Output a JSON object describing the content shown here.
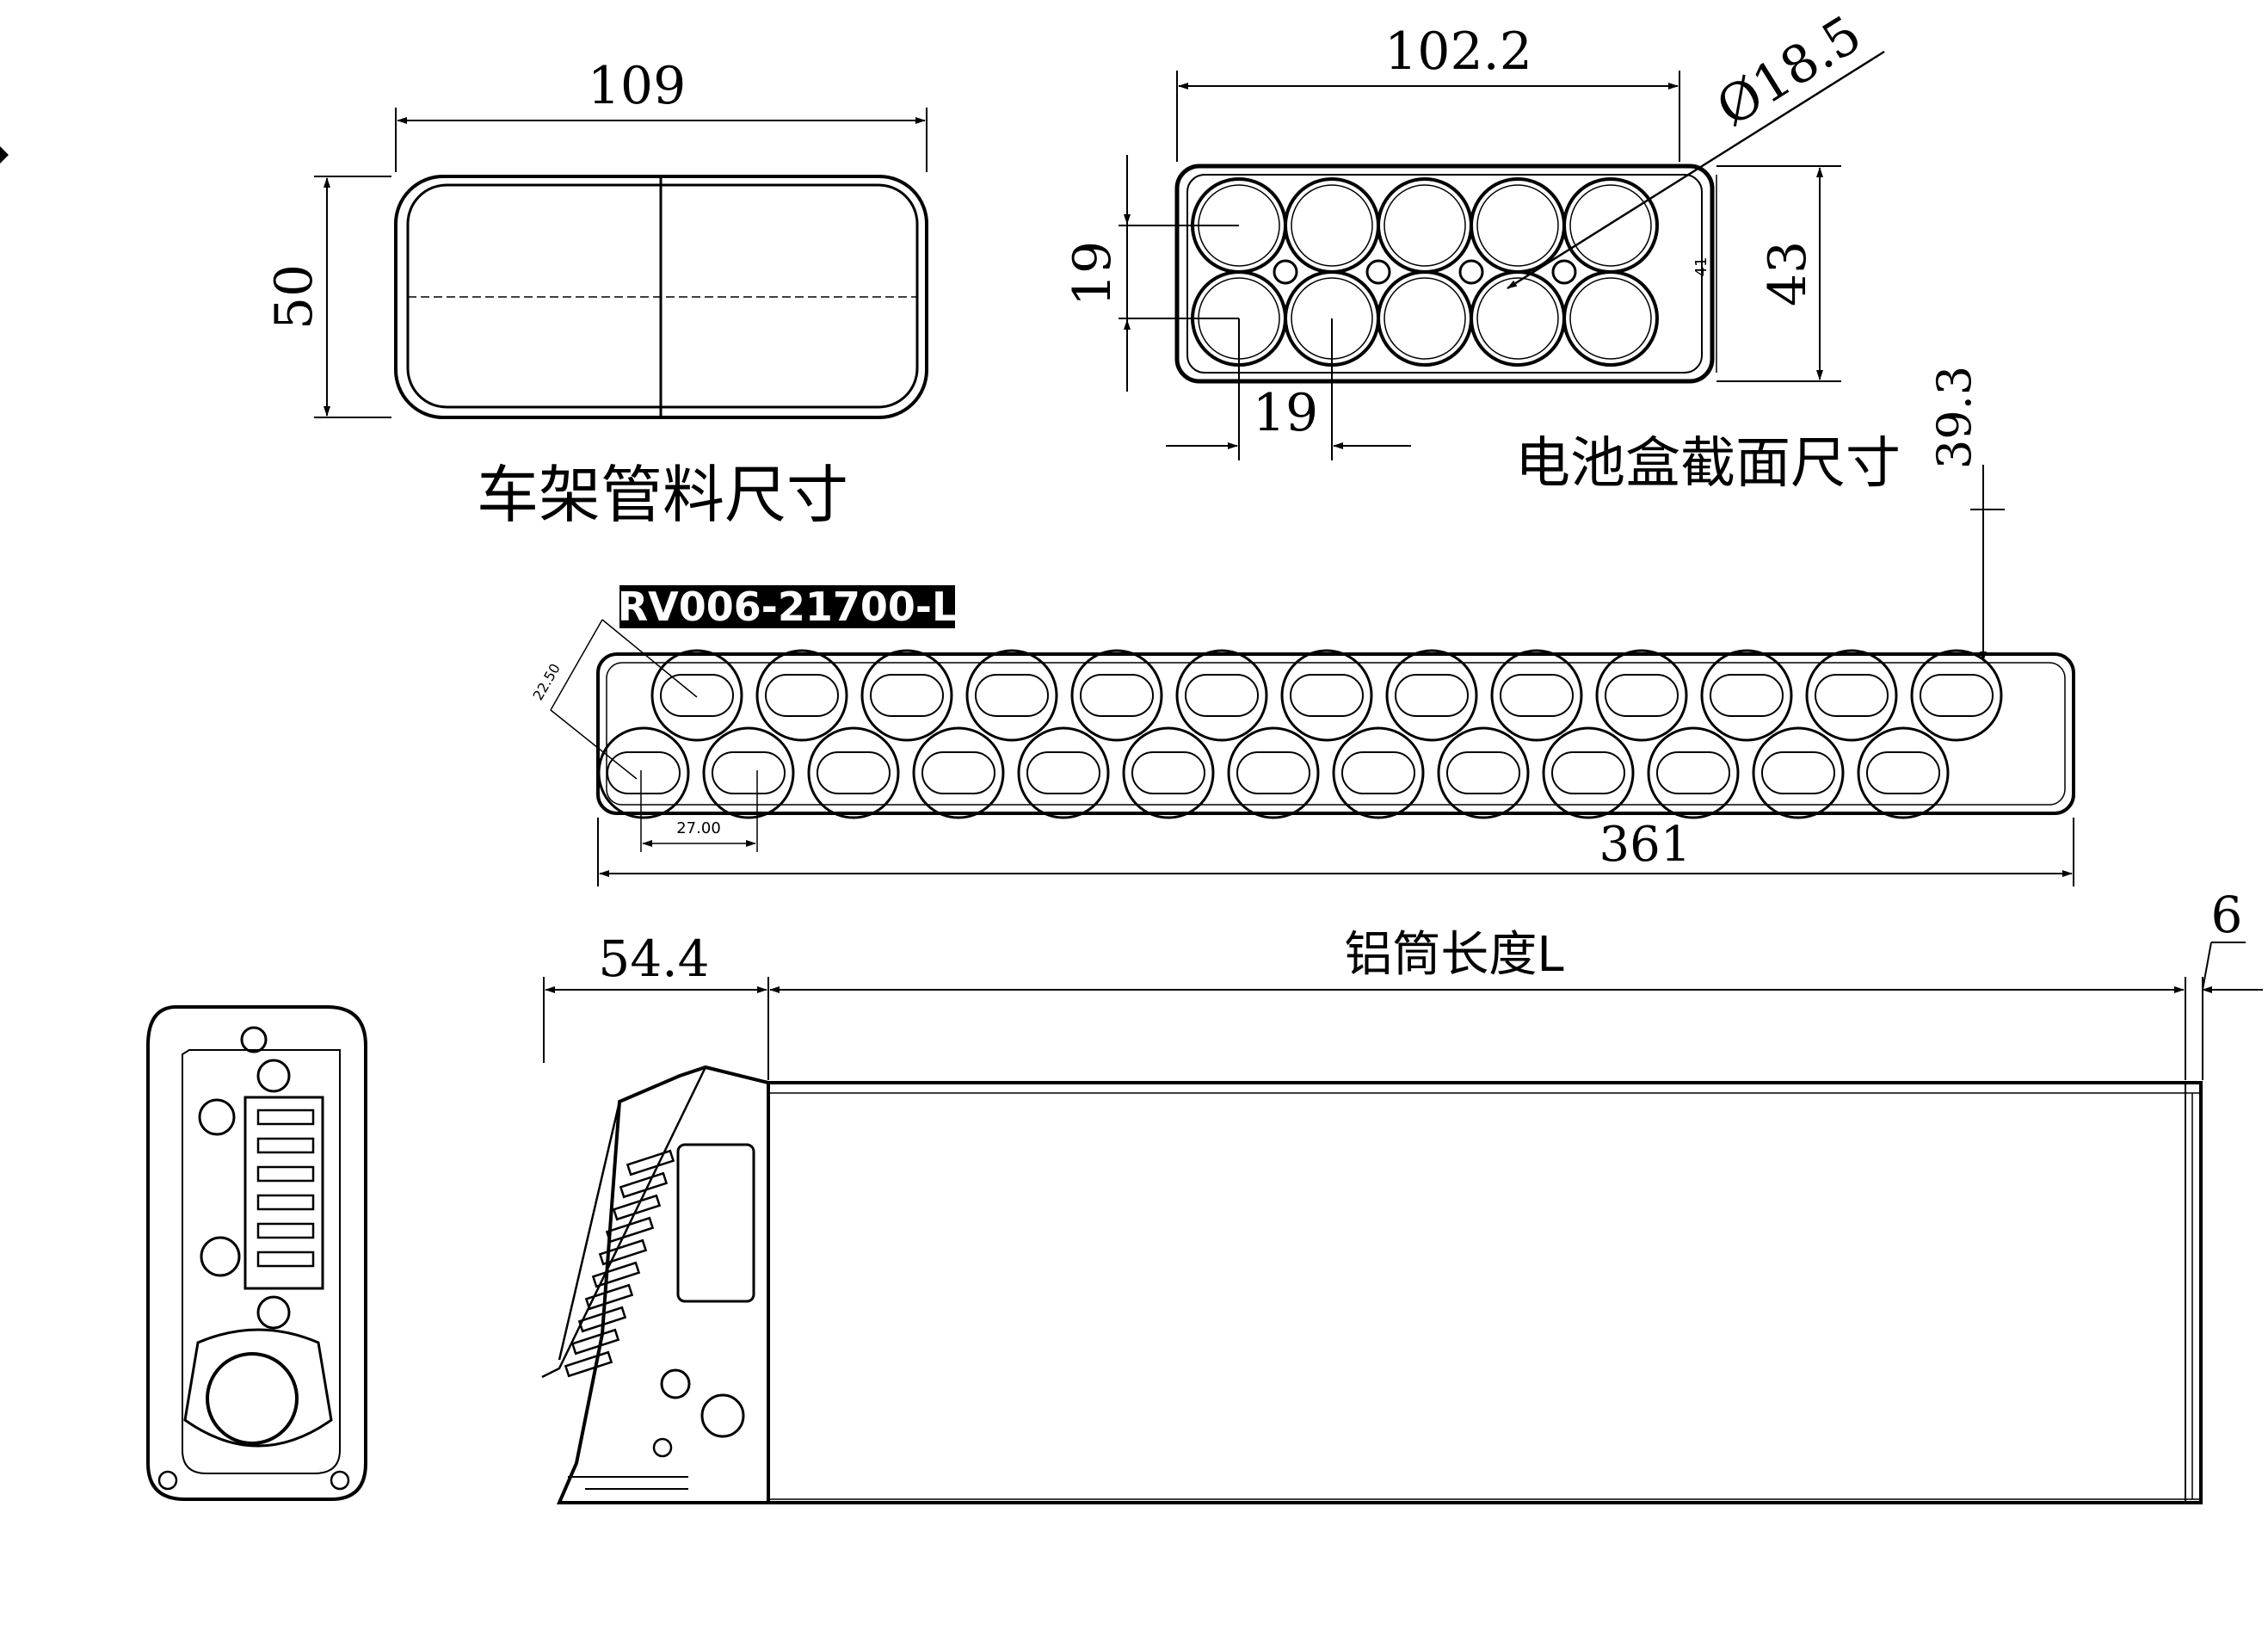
{
  "frame_tube": {
    "width": "109",
    "height": "50",
    "caption": "车架管料尺寸"
  },
  "battery_section": {
    "width": "102.2",
    "height": "43",
    "inner_height": "41",
    "diameter": "Ø18.5",
    "pitch_v": "19",
    "pitch_h": "19",
    "caption": "电池盒截面尺寸"
  },
  "holder": {
    "part_number": "RV006-21700-L",
    "diag_pitch": "22.50",
    "h_pitch": "27.00",
    "length": "361",
    "offset": "39.3"
  },
  "side_view": {
    "cap_length": "54.4",
    "tube_length": "铝筒长度L",
    "end_cap": "6"
  },
  "colors": {
    "line": "#000000",
    "label_bg": "#000000",
    "label_fg": "#ffffff",
    "paper": "#ffffff"
  }
}
